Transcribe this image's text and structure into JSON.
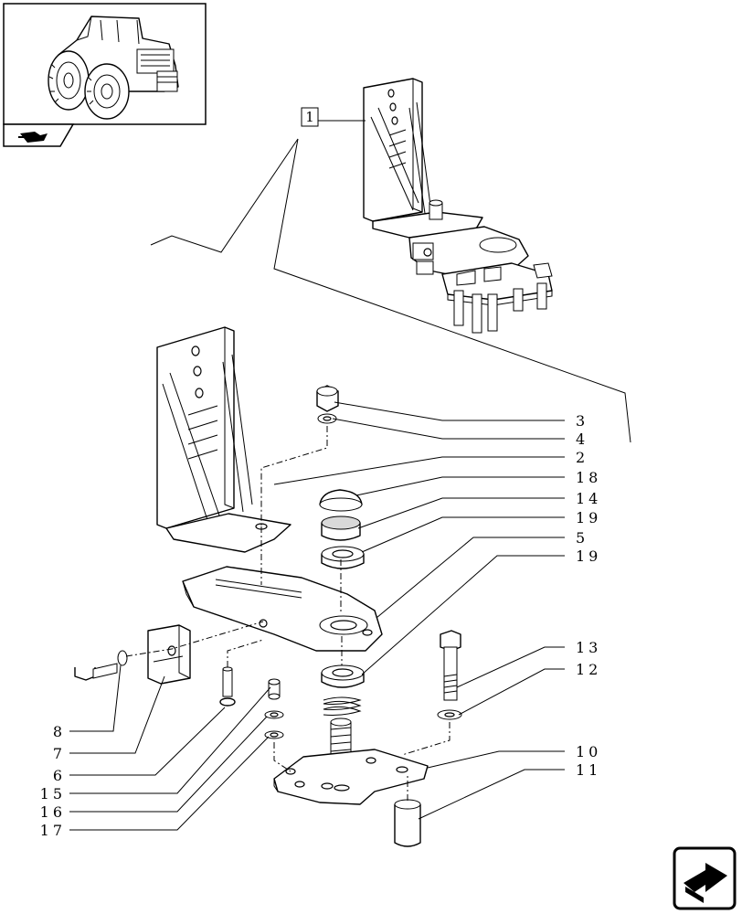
{
  "diagram": {
    "assembly_ref": "1",
    "callouts": [
      {
        "id": "3"
      },
      {
        "id": "4"
      },
      {
        "id": "2"
      },
      {
        "id": "18"
      },
      {
        "id": "14"
      },
      {
        "id": "19"
      },
      {
        "id": "5"
      },
      {
        "id": "19"
      },
      {
        "id": "13"
      },
      {
        "id": "12"
      },
      {
        "id": "10"
      },
      {
        "id": "11"
      },
      {
        "id": "8"
      },
      {
        "id": "7"
      },
      {
        "id": "6"
      },
      {
        "id": "15"
      },
      {
        "id": "16"
      },
      {
        "id": "17"
      }
    ]
  },
  "icons": {
    "thumbnail": "tractor-thumbnail-icon",
    "catalog_tab": "book-arrow-icon",
    "next_page": "arrow-next-icon"
  }
}
